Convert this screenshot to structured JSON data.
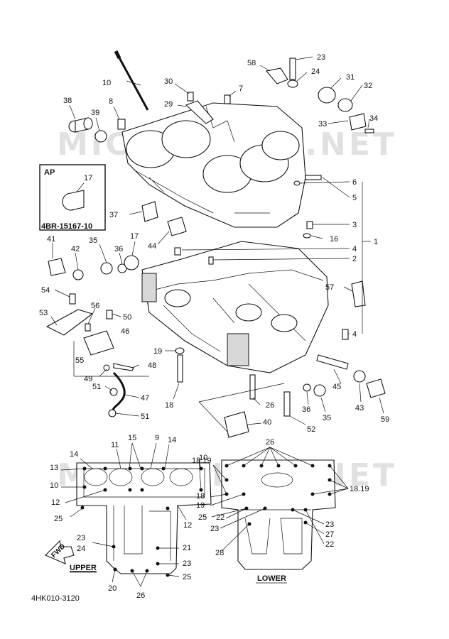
{
  "watermark": "MICROFICHE.NET",
  "drawing_code": "4HK010-3120",
  "inset": {
    "title": "AP",
    "part": "17",
    "code": "4BR-15167-10"
  },
  "views": {
    "upper": "UPPER",
    "lower": "LOWER",
    "fwd": "FWD"
  },
  "callouts": {
    "c1": "1",
    "c2": "2",
    "c3": "3",
    "c4a": "4",
    "c4b": "4",
    "c5": "5",
    "c6": "6",
    "c7": "7",
    "c8": "8",
    "c10": "10",
    "c16": "16",
    "c17": "17",
    "c18": "18",
    "c19": "19",
    "c23": "23",
    "c24": "24",
    "c26": "26",
    "c29": "29",
    "c30": "30",
    "c31": "31",
    "c32": "32",
    "c33": "33",
    "c34": "34",
    "c35a": "35",
    "c35b": "35",
    "c36a": "36",
    "c36b": "36",
    "c37": "37",
    "c38": "38",
    "c39": "39",
    "c40": "40",
    "c41": "41",
    "c42": "42",
    "c43": "43",
    "c44": "44",
    "c45": "45",
    "c46": "46",
    "c47": "47",
    "c48": "48",
    "c49": "49",
    "c50": "50",
    "c51a": "51",
    "c51b": "51",
    "c52": "52",
    "c53": "53",
    "c54": "54",
    "c55": "55",
    "c56": "56",
    "c57": "57",
    "c58": "58",
    "c59": "59"
  },
  "upper_callouts": {
    "u13": "13",
    "u14a": "14",
    "u14b": "14",
    "u11": "11",
    "u15": "15",
    "u9": "9",
    "u10a": "10",
    "u10b": "10",
    "u12a": "12",
    "u12b": "12",
    "u25a": "25",
    "u25b": "25",
    "u23a": "23",
    "u24": "24",
    "u21": "21",
    "u23b": "23",
    "u20": "20",
    "u26": "26"
  },
  "lower_callouts": {
    "l26": "26",
    "l1819a": "18.19",
    "l1819b": "18.19",
    "l18": "18",
    "l19": "19",
    "l25": "25",
    "l22a": "22",
    "l23a": "23",
    "l28": "28",
    "l23b": "23",
    "l27": "27",
    "l22b": "22"
  }
}
